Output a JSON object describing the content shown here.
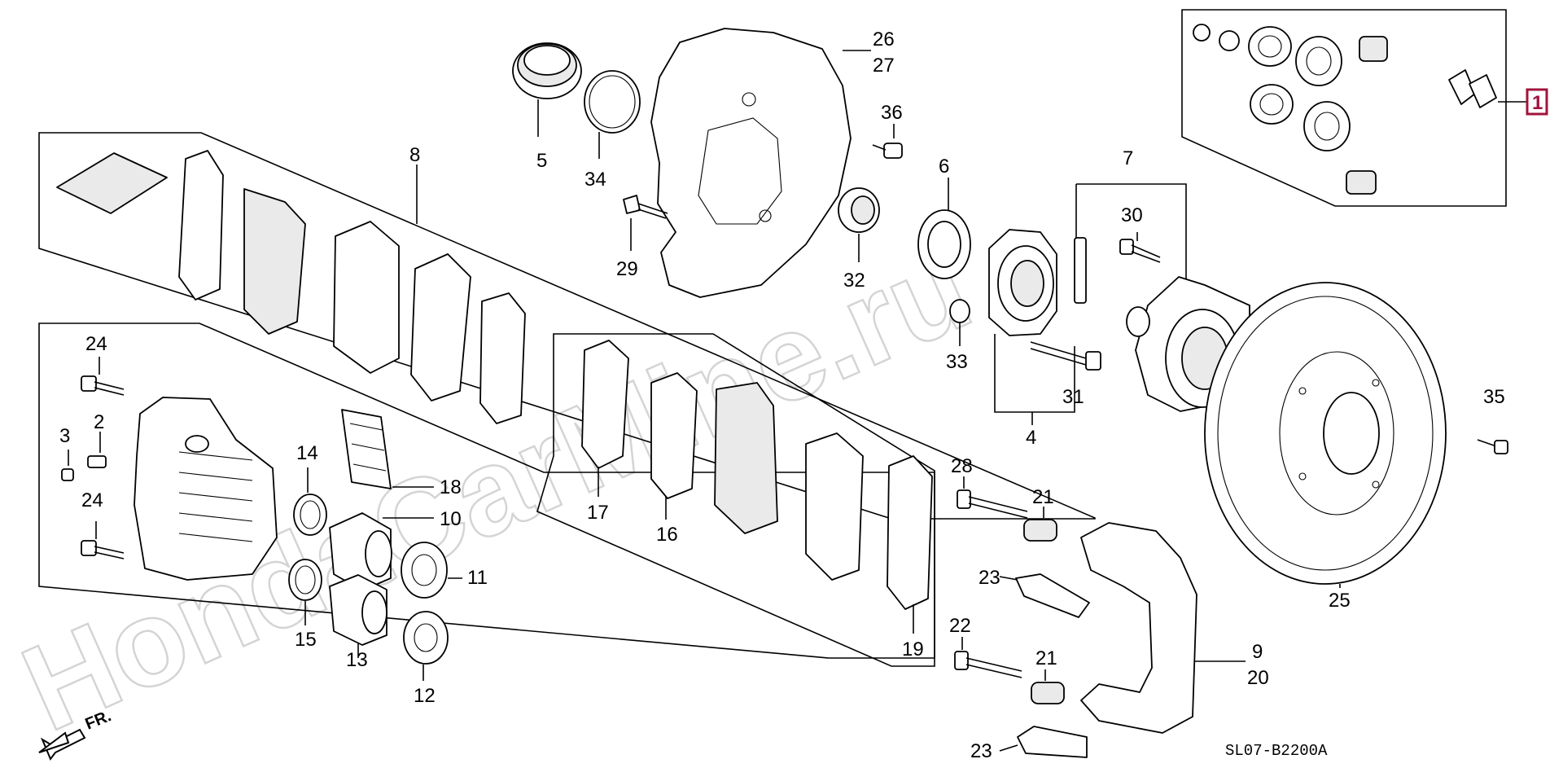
{
  "diagram": {
    "code": "SL07-B2200A",
    "direction_label": "FR.",
    "watermark": "HondaCarMine.ru",
    "highlighted_callout": "1",
    "callouts": {
      "c1": "1",
      "c2": "2",
      "c3": "3",
      "c4": "4",
      "c5": "5",
      "c6": "6",
      "c7": "7",
      "c8": "8",
      "c9": "9",
      "c10": "10",
      "c11": "11",
      "c12": "12",
      "c13": "13",
      "c14": "14",
      "c15": "15",
      "c16": "16",
      "c17": "17",
      "c18": "18",
      "c19": "19",
      "c20": "20",
      "c21a": "21",
      "c21b": "21",
      "c22": "22",
      "c23a": "23",
      "c23b": "23",
      "c24a": "24",
      "c24b": "24",
      "c25": "25",
      "c26": "26",
      "c27": "27",
      "c28": "28",
      "c29": "29",
      "c30": "30",
      "c31": "31",
      "c32": "32",
      "c33": "33",
      "c34": "34",
      "c35": "35",
      "c36": "36"
    }
  }
}
